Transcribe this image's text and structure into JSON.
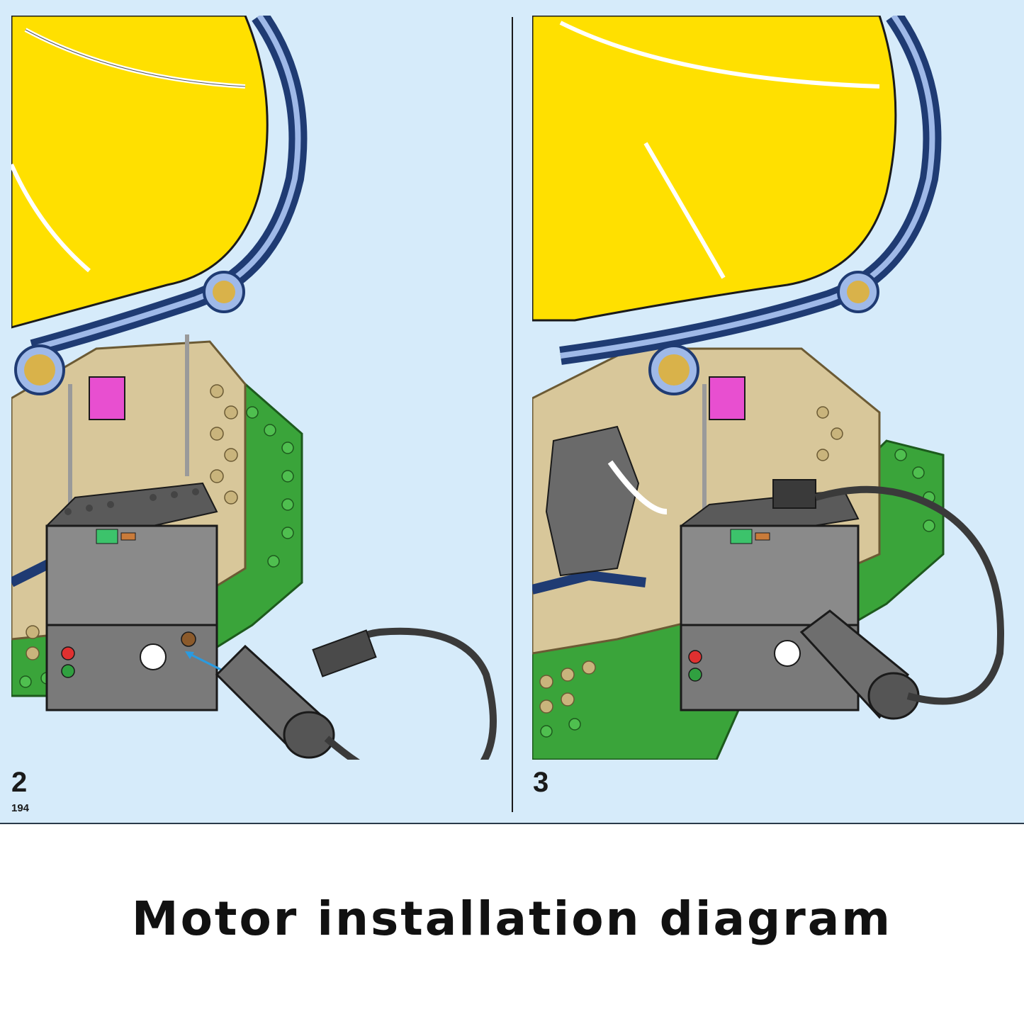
{
  "steps": [
    {
      "number": "2",
      "page": "194"
    },
    {
      "number": "3"
    }
  ],
  "caption": "Motor installation diagram",
  "colors": {
    "background": "#d6ebfa",
    "balloon": "#ffe000",
    "frame_dark": "#1f3b73",
    "frame_light": "#9fb9e8",
    "base_green": "#3aa43a",
    "floor_tan": "#d8c79a",
    "battery_box": "#8a8a8a",
    "motor": "#6e6e6e"
  }
}
